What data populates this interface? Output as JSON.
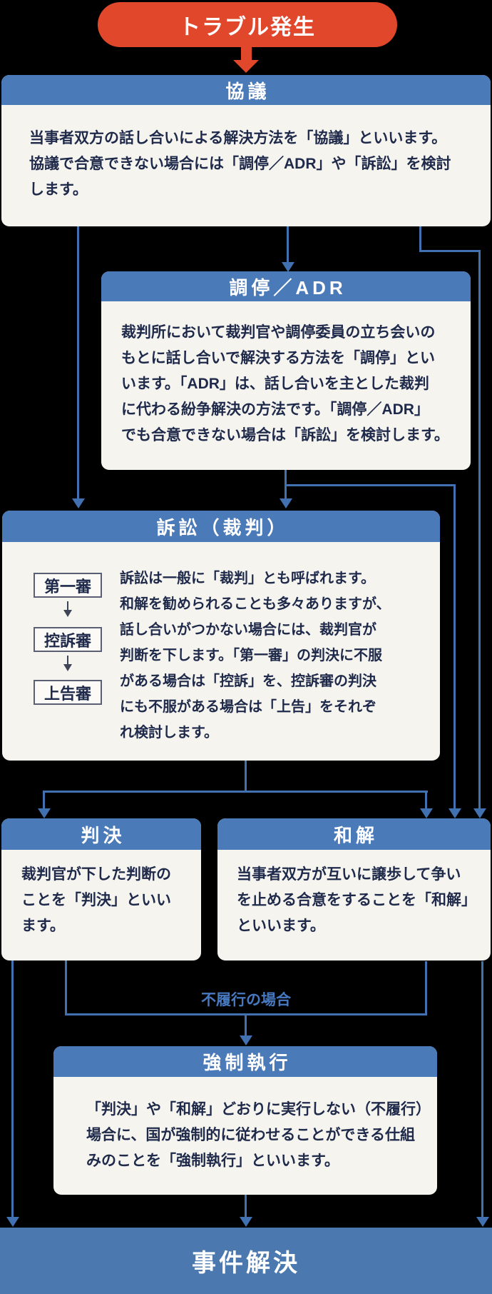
{
  "flow": {
    "start": {
      "label": "トラブル発生"
    },
    "kyougi": {
      "title": "協議",
      "body": [
        "当事者双方の話し合いによる解決方法を「協議」といいます。",
        "協議で合意できない場合には「調停／ADR」や「訴訟」を検討",
        "します。"
      ]
    },
    "choutei": {
      "title": "調停／ADR",
      "body": [
        "裁判所において裁判官や調停委員の立ち会いの",
        "もとに話し合いで解決する方法を「調停」とい",
        "います。「ADR」は、話し合いを主とした裁判",
        "に代わる紛争解決の方法です。「調停／ADR」",
        "でも合意できない場合は「訴訟」を検討します。"
      ]
    },
    "soshou": {
      "title": "訴訟（裁判）",
      "steps": [
        "第一審",
        "控訴審",
        "上告審"
      ],
      "body": [
        "訴訟は一般に「裁判」とも呼ばれます。",
        "和解を勧められることも多々ありますが、",
        "話し合いがつかない場合には、裁判官が",
        "判断を下します。「第一審」の判決に不服",
        "がある場合は「控訴」を、控訴審の判決",
        "にも不服がある場合は「上告」をそれぞ",
        "れ検討します。"
      ]
    },
    "hanketsu": {
      "title": "判決",
      "body": [
        "裁判官が下した判断の",
        "ことを「判決」といい",
        "ます。"
      ]
    },
    "wakai": {
      "title": "和解",
      "body": [
        "当事者双方が互いに譲歩して争い",
        "を止める合意をすることを「和解」",
        "といいます。"
      ]
    },
    "fulfillment_label": "不履行の場合",
    "kyousei": {
      "title": "強制執行",
      "body": [
        "「判決」や「和解」どおりに実行しない（不履行）",
        "場合に、国が強制的に従わせることができる仕組",
        "みのことを「強制執行」といいます。"
      ]
    },
    "end": {
      "label": "事件解決"
    }
  },
  "colors": {
    "accent_orange": "#e1472a",
    "header_blue": "#4b7ab9",
    "connector_blue": "#4171b1",
    "panel_bg": "#f5f4ef",
    "text_navy": "#1f2a4b",
    "bottom_bar_blue": "#4b78af",
    "background": "#000000"
  }
}
